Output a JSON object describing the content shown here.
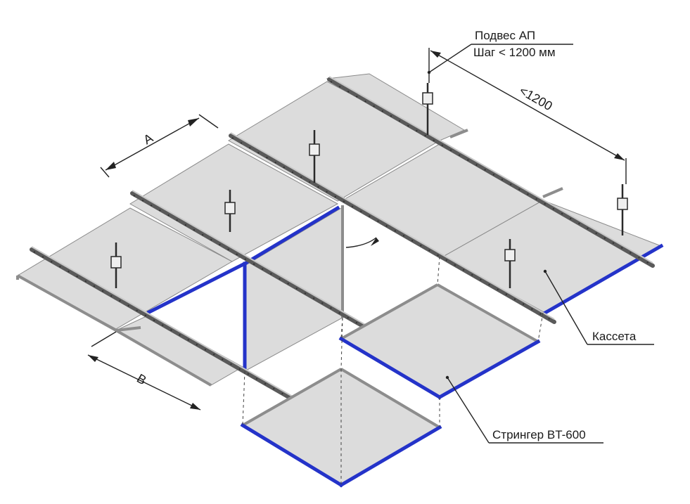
{
  "labels": {
    "hanger_title": "Подвес АП",
    "hanger_step": "Шаг < 1200 мм",
    "cassette": "Кассета",
    "stringer": "Стрингер BT-600"
  },
  "dimensions": {
    "a": "A",
    "b": "B",
    "spacing": "<1200"
  },
  "colors": {
    "panel": "#dcdcdc",
    "panel_edge_blue": "#2433c9",
    "stringer": "#5a5a5a"
  }
}
